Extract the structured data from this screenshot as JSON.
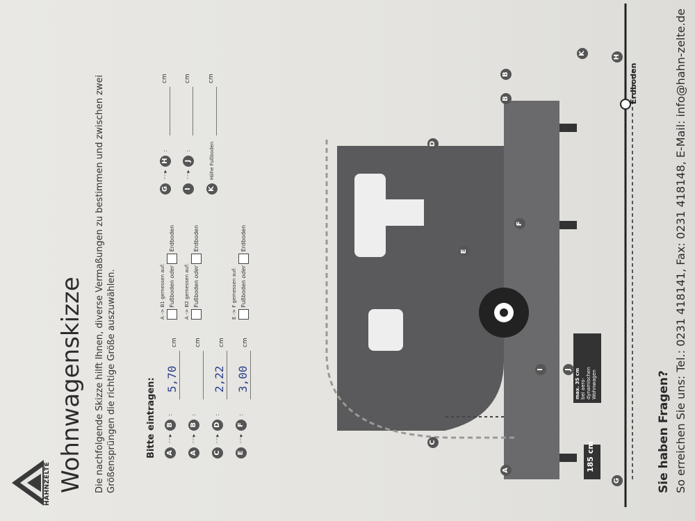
{
  "logo": {
    "text": "HAHNZELTE"
  },
  "title": "Wohnwagenskizze",
  "intro": {
    "line1": "Die nachfolgende Skizze hilft Ihnen, diverse Vermaßungen zu bestimmen und zwischen zwei",
    "line2": "Größensprüngen die richtige Größe auszuwählen."
  },
  "form": {
    "heading": "Bitte eintragen:",
    "unit": "cm",
    "measured_on": {
      "ab1": "A -> B1 gemessen auf:",
      "ab2": "A -> B2 gemessen auf:",
      "ef": "E -> F gemessen auf:"
    },
    "option_floor": "Fußboden",
    "option_or": "oder",
    "option_ground": "Erdboden",
    "height_floor_label": "Höhe Fußboden",
    "rows": [
      {
        "from": "A",
        "to": "B1",
        "value": "5,70"
      },
      {
        "from": "A",
        "to": "B2",
        "value": ""
      },
      {
        "from": "C",
        "to": "D",
        "value": "2,22"
      },
      {
        "from": "E",
        "to": "F",
        "value": "3,00"
      }
    ],
    "rows_right": [
      {
        "from": "G",
        "to": "H",
        "value": ""
      },
      {
        "from": "I",
        "to": "J",
        "value": ""
      },
      {
        "from": "K",
        "value": ""
      }
    ]
  },
  "diagram": {
    "label_185": "185 cm",
    "label_35_l1": "max. 35 cm",
    "label_35_l2": "bei aero-",
    "label_35_l3": "dynamischen",
    "label_35_l4": "Wohnwagen",
    "ground_label": "Erdboden",
    "points": [
      "A",
      "B",
      "B",
      "C",
      "D",
      "E",
      "F",
      "G",
      "H",
      "I",
      "J",
      "K"
    ]
  },
  "footer": {
    "question": "Sie haben Fragen?",
    "contact": "So erreichen Sie uns: Tel.: 0231 418141, Fax: 0231 418148, E-Mail: info@hahn-zelte.de"
  },
  "colors": {
    "ink": "#2a2a2a",
    "caravan": "#5a5a5c",
    "handwriting": "#2b3f8c"
  }
}
